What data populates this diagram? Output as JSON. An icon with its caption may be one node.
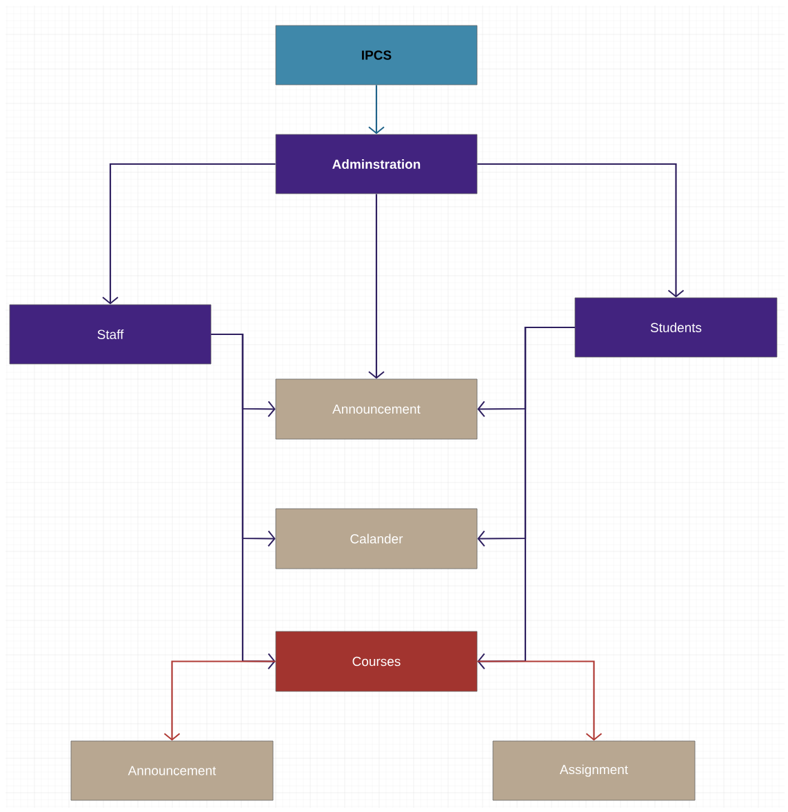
{
  "diagram": {
    "nodes": [
      {
        "text": [
          "IPCS"
        ]
      },
      {
        "text": [
          "Adminstration"
        ]
      },
      {
        "text": [
          "Staff"
        ]
      },
      {
        "text": [
          "Students"
        ]
      },
      {
        "text": [
          "Announcement"
        ]
      },
      {
        "text": [
          "Calander"
        ]
      },
      {
        "text": [
          "Courses"
        ]
      },
      {
        "text": [
          "Announcement"
        ]
      },
      {
        "text": [
          "Assignment"
        ]
      }
    ],
    "edges": [
      {
        "from": 0,
        "to": 1,
        "arrow": "to",
        "color": "#1f6289"
      },
      {
        "from": 1,
        "to": 2,
        "arrow": "to"
      },
      {
        "from": 1,
        "to": 3,
        "arrow": "to"
      },
      {
        "from": 1,
        "to": 4,
        "arrow": "to"
      },
      {
        "from": 2,
        "to": 4,
        "arrow": "to"
      },
      {
        "from": 2,
        "to": 5,
        "arrow": "to"
      },
      {
        "from": 2,
        "to": 6,
        "arrow": "to"
      },
      {
        "from": 3,
        "to": 4,
        "arrow": "to"
      },
      {
        "from": 3,
        "to": 5,
        "arrow": "to"
      },
      {
        "from": 3,
        "to": 6,
        "arrow": "to"
      },
      {
        "from": 6,
        "to": 7,
        "arrow": "to",
        "color": "#b03a35"
      },
      {
        "from": 6,
        "to": 8,
        "arrow": "to",
        "color": "#b03a35"
      }
    ]
  }
}
